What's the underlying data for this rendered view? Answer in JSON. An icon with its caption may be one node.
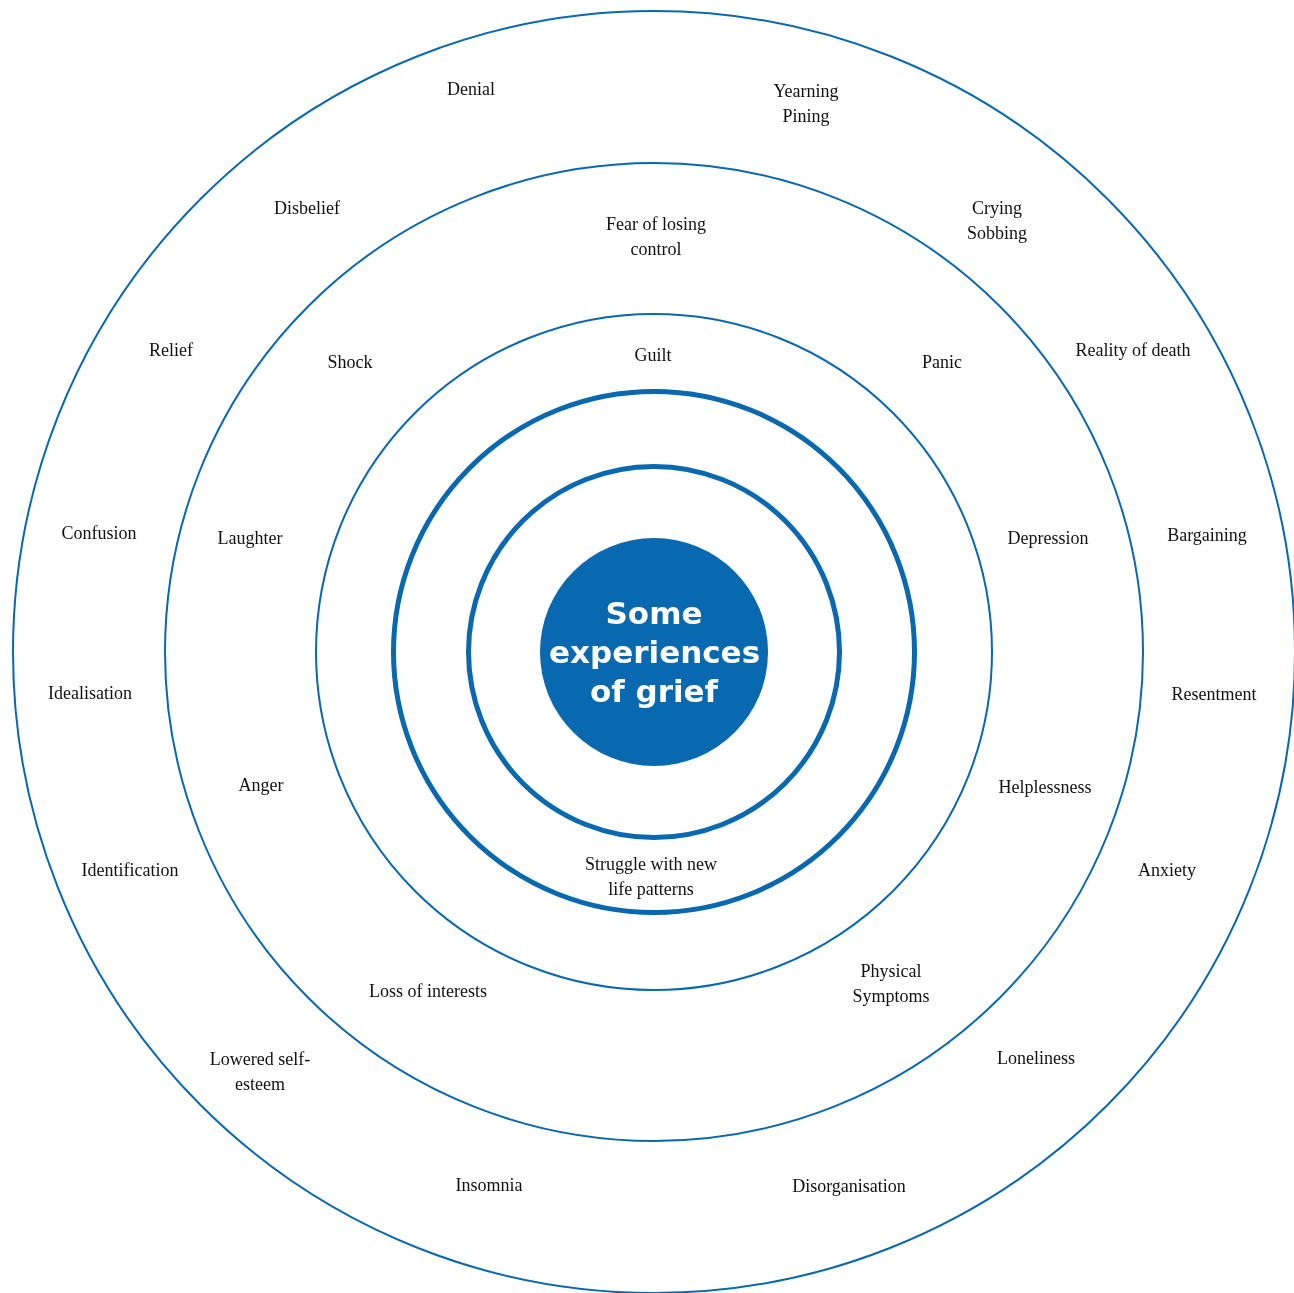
{
  "diagram": {
    "nodes": [
      {
        "text": [],
        "shape": "circle"
      },
      {
        "text": [],
        "shape": "circle",
        "in": 0
      },
      {
        "text": [],
        "shape": "circle",
        "in": 1
      },
      {
        "text": [],
        "shape": "circle",
        "in": 2
      },
      {
        "text": [],
        "shape": "circle",
        "in": 3
      },
      {
        "text": [
          "Some experiences of grief"
        ],
        "in": 4
      }
    ],
    "edges": [],
    "labels": [
      "Denial",
      "Yearning Pining",
      "Disbelief",
      "Fear of losing control",
      "Crying Sobbing",
      "Relief",
      "Shock",
      "Guilt",
      "Panic",
      "Reality of death",
      "Confusion",
      "Laughter",
      "Depression",
      "Bargaining",
      "Idealisation",
      "Resentment",
      "Anger",
      "Helplessness",
      "Identification",
      "Struggle with new life patterns",
      "Anxiety",
      "Loss of interests",
      "Physical Symptoms",
      "Lowered self-esteem",
      "Loneliness",
      "Insomnia",
      "Disorganisation"
    ]
  }
}
